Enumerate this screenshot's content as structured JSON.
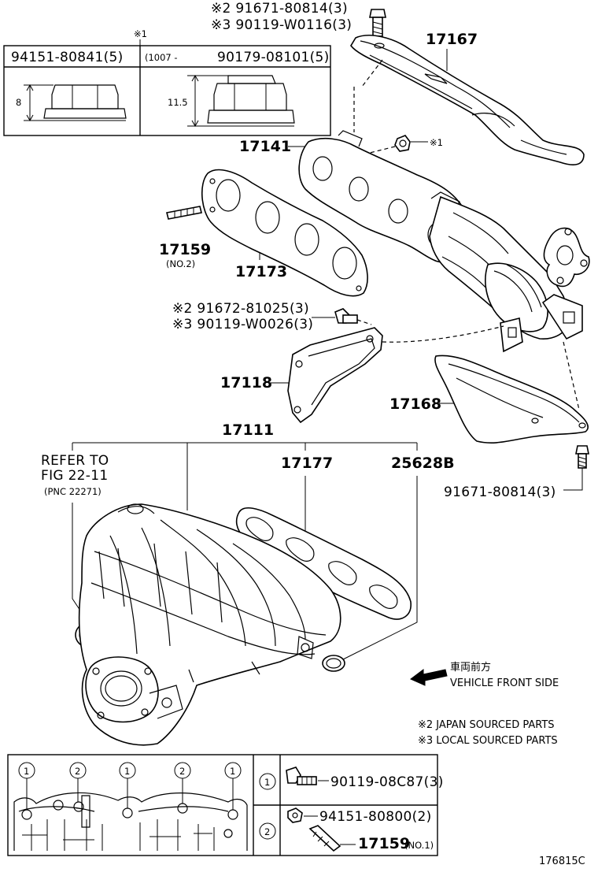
{
  "callouts": {
    "top_bolt_jp": "※2 91671-80814(3)",
    "top_bolt_local": "※3 90119-W0116(3)",
    "p17167": "17167",
    "p17141": "17141",
    "nut_ref": "※1",
    "p17159": "17159",
    "p17159_note": "(NO.2)",
    "p17173": "17173",
    "mid_bolt_jp": "※2 91672-81025(3)",
    "mid_bolt_local": "※3 90119-W0026(3)",
    "p17118": "17118",
    "p17168": "17168",
    "p17111": "17111",
    "refer_line1": "REFER TO",
    "refer_line2": "FIG 22-11",
    "refer_line3": "(PNC 22271)",
    "p17177": "17177",
    "p25628b": "25628B",
    "bottom_bolt": "91671-80814(3)",
    "direction_jp": "車両前方",
    "direction_en": "VEHICLE FRONT SIDE",
    "legend_jp": "※2 JAPAN SOURCED PARTS",
    "legend_local": "※3 LOCAL SOURCED PARTS",
    "figure_id": "176815C"
  },
  "nut_table": {
    "header_mark": "※1",
    "left_part": "94151-80841(5)",
    "right_range": "(1007 -",
    "right_part": "90179-08101(5)",
    "left_dim": "8",
    "right_dim": "11.5"
  },
  "fastener_table": {
    "markers": [
      "1",
      "2",
      "1",
      "2",
      "1"
    ],
    "rows": [
      {
        "marker": "1",
        "part": "90119-08C87(3)",
        "note": ""
      },
      {
        "marker": "2",
        "part": "94151-80800(2)",
        "note": ""
      },
      {
        "marker": "",
        "part": "17159",
        "note": "(NO.1)"
      }
    ]
  }
}
